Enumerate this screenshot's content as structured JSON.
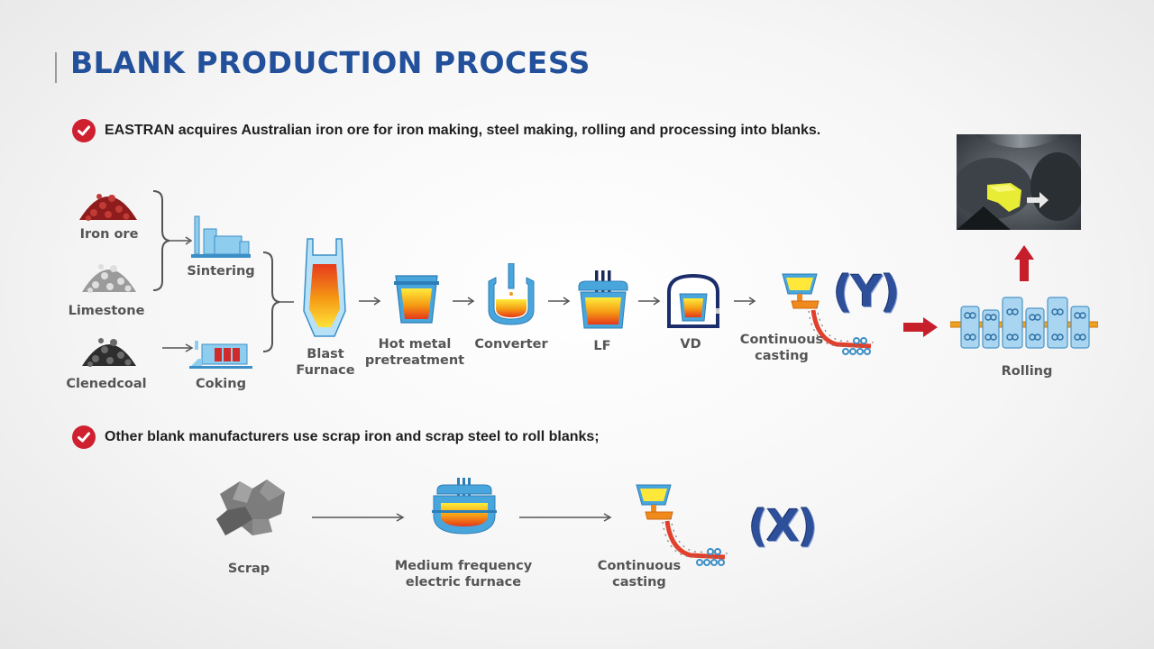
{
  "title": "BLANK PRODUCTION PROCESS",
  "bullets": [
    "EASTRAN acquires Australian iron ore for iron making, steel making, rolling  and processing into blanks.",
    "Other blank manufacturers use scrap iron and scrap steel to roll blanks;"
  ],
  "process_a": {
    "raw_materials": [
      "Iron ore",
      "Limestone",
      "Clenedcoal"
    ],
    "prep_steps": [
      "Sintering",
      "Coking"
    ],
    "steps": {
      "blast_furnace": [
        "Blast",
        "Furnace"
      ],
      "hot_metal": [
        "Hot metal",
        "pretreatment"
      ],
      "converter": "Converter",
      "lf": "LF",
      "vd": "VD",
      "continuous_casting": [
        "Continuous",
        "casting"
      ],
      "rolling": "Rolling"
    },
    "label": "(Y)"
  },
  "process_b": {
    "scrap": "Scrap",
    "furnace": [
      "Medium frequency",
      "electric furnace"
    ],
    "continuous_casting": [
      "Continuous",
      "casting"
    ],
    "label": "(X)"
  },
  "colors": {
    "title": "#23509b",
    "check": "#cf2030",
    "equipment_blue": "#49a6dc",
    "molten_hot": "#f5a21a",
    "arrow_red": "#c61f2b",
    "letter": "#2e4f9a"
  }
}
